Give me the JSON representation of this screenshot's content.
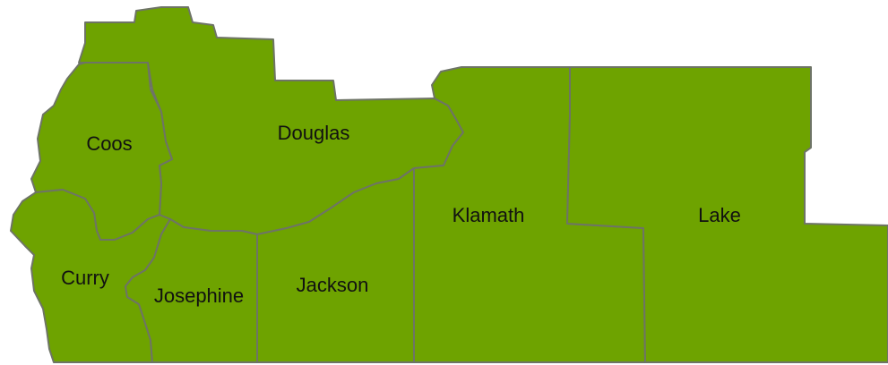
{
  "map": {
    "fill_color": "#6ea300",
    "border_color": "#6e7466",
    "label_color": "#111111",
    "counties": [
      {
        "id": "coos",
        "name": "Coos"
      },
      {
        "id": "douglas",
        "name": "Douglas"
      },
      {
        "id": "curry",
        "name": "Curry"
      },
      {
        "id": "josephine",
        "name": "Josephine"
      },
      {
        "id": "jackson",
        "name": "Jackson"
      },
      {
        "id": "klamath",
        "name": "Klamath"
      },
      {
        "id": "lake",
        "name": "Lake"
      }
    ]
  }
}
